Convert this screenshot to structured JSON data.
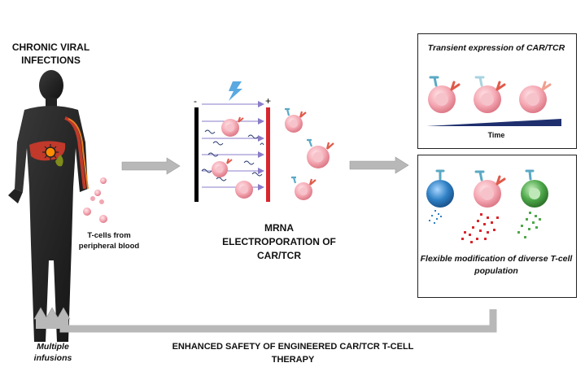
{
  "labels": {
    "chronic_viral_infections": "CHRONIC VIRAL INFECTIONS",
    "tcells_source": "T-cells from peripheral blood",
    "mrna_electroporation": "MRNA ELECTROPORATION OF CAR/TCR",
    "transient_expression": "Transient expression of CAR/TCR",
    "time_axis": "Time",
    "flexible_modification": "Flexible modification of diverse T-cell population",
    "multiple_infusions": "Multiple infusions",
    "enhanced_safety": "ENHANCED SAFETY OF ENGINEERED CAR/TCR T-CELL THERAPY"
  },
  "electrode_signs": {
    "negative": "-",
    "positive": "+"
  },
  "colors": {
    "cell_pink": "#f1a7b1",
    "cell_blue": "#2f80c4",
    "cell_green": "#4ea84a",
    "receptor": "#e05a4a",
    "tcr": "#5aa9c4",
    "electrode_red": "#d9262e",
    "arrow_gray": "#b8b8b8",
    "time_wedge": "#1f2f6e"
  },
  "icons": {
    "lightning": "lightning-bolt-icon",
    "human": "human-silhouette-icon"
  }
}
